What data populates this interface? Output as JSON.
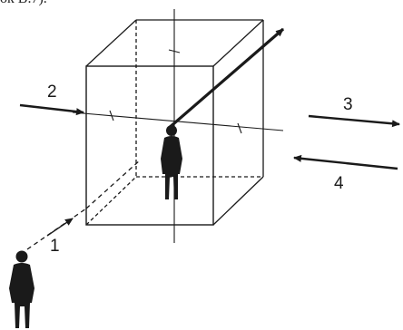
{
  "caption_fragment": "ок В.7).",
  "labels": {
    "arrow_1": "1",
    "arrow_2": "2",
    "arrow_3": "3",
    "arrow_4": "4"
  },
  "colors": {
    "ink": "#1a1a1a",
    "background": "#ffffff"
  },
  "icons": {
    "person_far": "person-silhouette-icon",
    "person_inside": "person-silhouette-icon"
  }
}
